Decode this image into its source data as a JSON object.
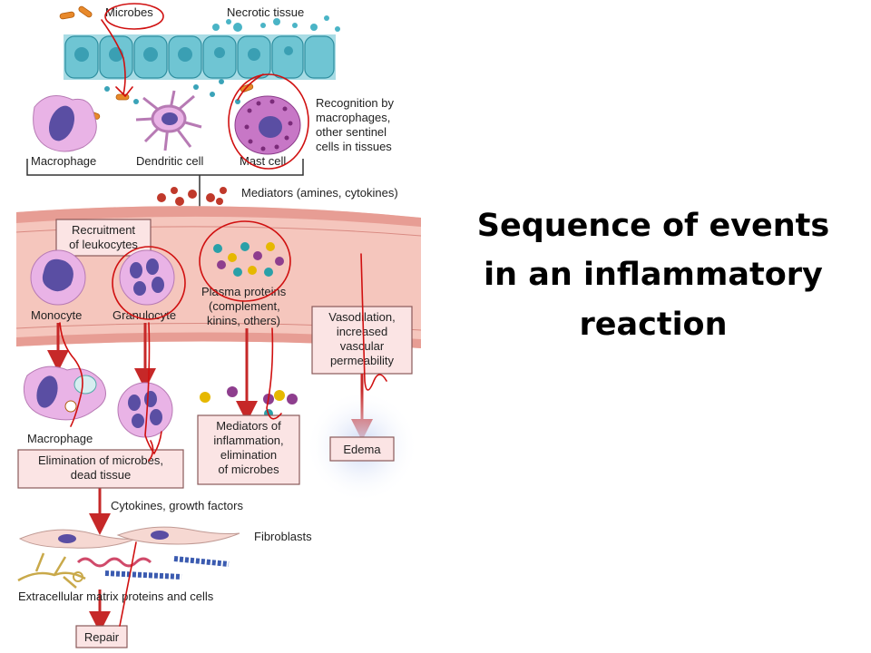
{
  "slide_title": {
    "lines": [
      "Sequence of events",
      "in an inflammatory",
      "reaction"
    ]
  },
  "diagram": {
    "labels": {
      "microbes": "Microbes",
      "necrotic_tissue": "Necrotic tissue",
      "recognition": [
        "Recognition by",
        "macrophages,",
        "other sentinel",
        "cells in tissues"
      ],
      "macrophage_top": "Macrophage",
      "dendritic_cell": "Dendritic cell",
      "mast_cell": "Mast cell",
      "mediators": "Mediators (amines, cytokines)",
      "recruitment": [
        "Recruitment",
        "of leukocytes"
      ],
      "monocyte": "Monocyte",
      "granulocyte": "Granulocyte",
      "plasma_proteins": [
        "Plasma proteins",
        "(complement,",
        "kinins, others)"
      ],
      "vasodilation": [
        "Vasodilation,",
        "increased",
        "vascular",
        "permeability"
      ],
      "macrophage_bottom": "Macrophage",
      "mediators_inflammation": [
        "Mediators of",
        "inflammation,",
        "elimination",
        "of microbes"
      ],
      "edema": "Edema",
      "elimination": [
        "Elimination of microbes,",
        "dead tissue"
      ],
      "cytokines_growth": "Cytokines, growth factors",
      "fibroblasts": "Fibroblasts",
      "ecm": "Extracellular matrix proteins and cells",
      "repair": "Repair"
    },
    "colors": {
      "epithelium": "#6fc5d3",
      "vessel": "#f5c6bd",
      "box_fill": "#fbe4e4",
      "box_border": "#8a5a5a",
      "arrow": "#c62828",
      "annotation": "#d01010",
      "cell_pink": "#e9b3e6",
      "nucleus": "#5a4ea3"
    }
  }
}
